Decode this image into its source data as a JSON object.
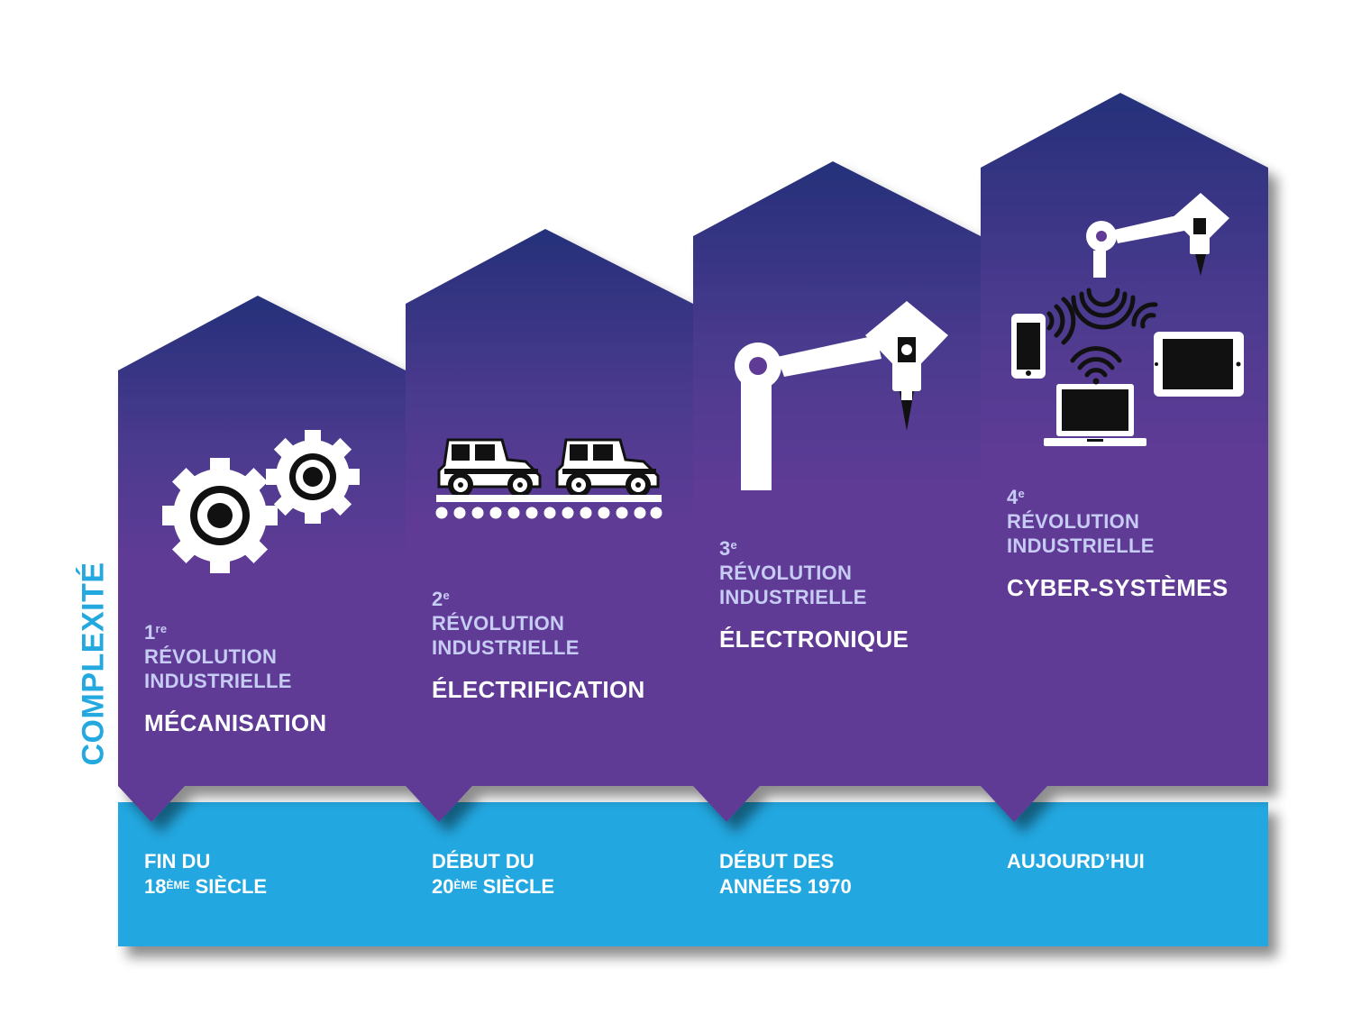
{
  "axis_label": "COMPLEXITÉ",
  "colors": {
    "purple_top": "#25307a",
    "purple_main": "#5f3b96",
    "blue_band": "#24a7e0",
    "label_light": "#c7ccf4",
    "axis": "#23a8e0"
  },
  "stages": [
    {
      "num": "1",
      "sup": "re",
      "rev1": "RÉVOLUTION",
      "rev2": "INDUSTRIELLE",
      "title": "MÉCANISATION",
      "date1": "FIN DU",
      "date2_num": "18",
      "date2_sup": "ÈME",
      "date2_rest": " SIÈCLE",
      "icon": "gears-icon"
    },
    {
      "num": "2",
      "sup": "e",
      "rev1": "RÉVOLUTION",
      "rev2": "INDUSTRIELLE",
      "title": "ÉLECTRIFICATION",
      "date1": "DÉBUT DU",
      "date2_num": "20",
      "date2_sup": "ÈME",
      "date2_rest": " SIÈCLE",
      "icon": "assembly-line-cars-icon"
    },
    {
      "num": "3",
      "sup": "e",
      "rev1": "RÉVOLUTION",
      "rev2": "INDUSTRIELLE",
      "title": "ÉLECTRONIQUE",
      "date1": "DÉBUT DES",
      "date2_full": "ANNÉES 1970",
      "icon": "robot-arm-icon"
    },
    {
      "num": "4",
      "sup": "e",
      "rev1": "RÉVOLUTION",
      "rev2": "INDUSTRIELLE",
      "title": "CYBER-SYSTÈMES",
      "date1": "AUJOURD’HUI",
      "icon": "connected-devices-icon"
    }
  ]
}
